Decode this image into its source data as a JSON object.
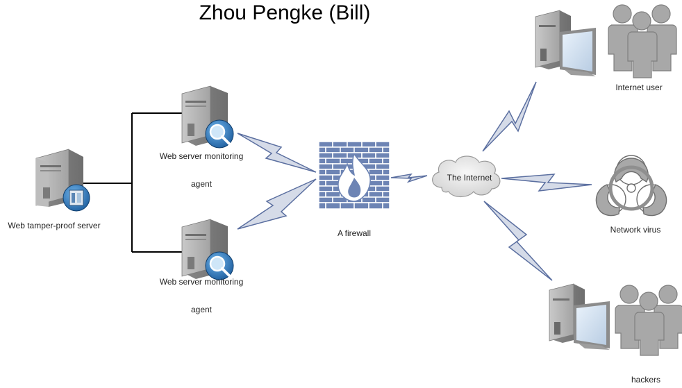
{
  "title": "Zhou Pengke (Bill)",
  "nodes": {
    "tamper_server": {
      "label": "Web tamper-proof server"
    },
    "monitor_agent_1": {
      "label_line1": "Web server monitoring",
      "label_line2": "agent"
    },
    "monitor_agent_2": {
      "label_line1": "Web server monitoring",
      "label_line2": "agent"
    },
    "firewall": {
      "label": "A firewall"
    },
    "internet": {
      "label": "The Internet"
    },
    "internet_user": {
      "label": "Internet user"
    },
    "network_virus": {
      "label": "Network virus"
    },
    "hackers": {
      "label": "hackers"
    }
  },
  "colors": {
    "firewall_blue": "#6d84b4",
    "bolt_fill": "#d5dbe8",
    "bolt_stroke": "#5b6fa0",
    "server_gray": "#9a9a9a",
    "people_gray": "#a8a8a8",
    "connector": "#000000"
  }
}
